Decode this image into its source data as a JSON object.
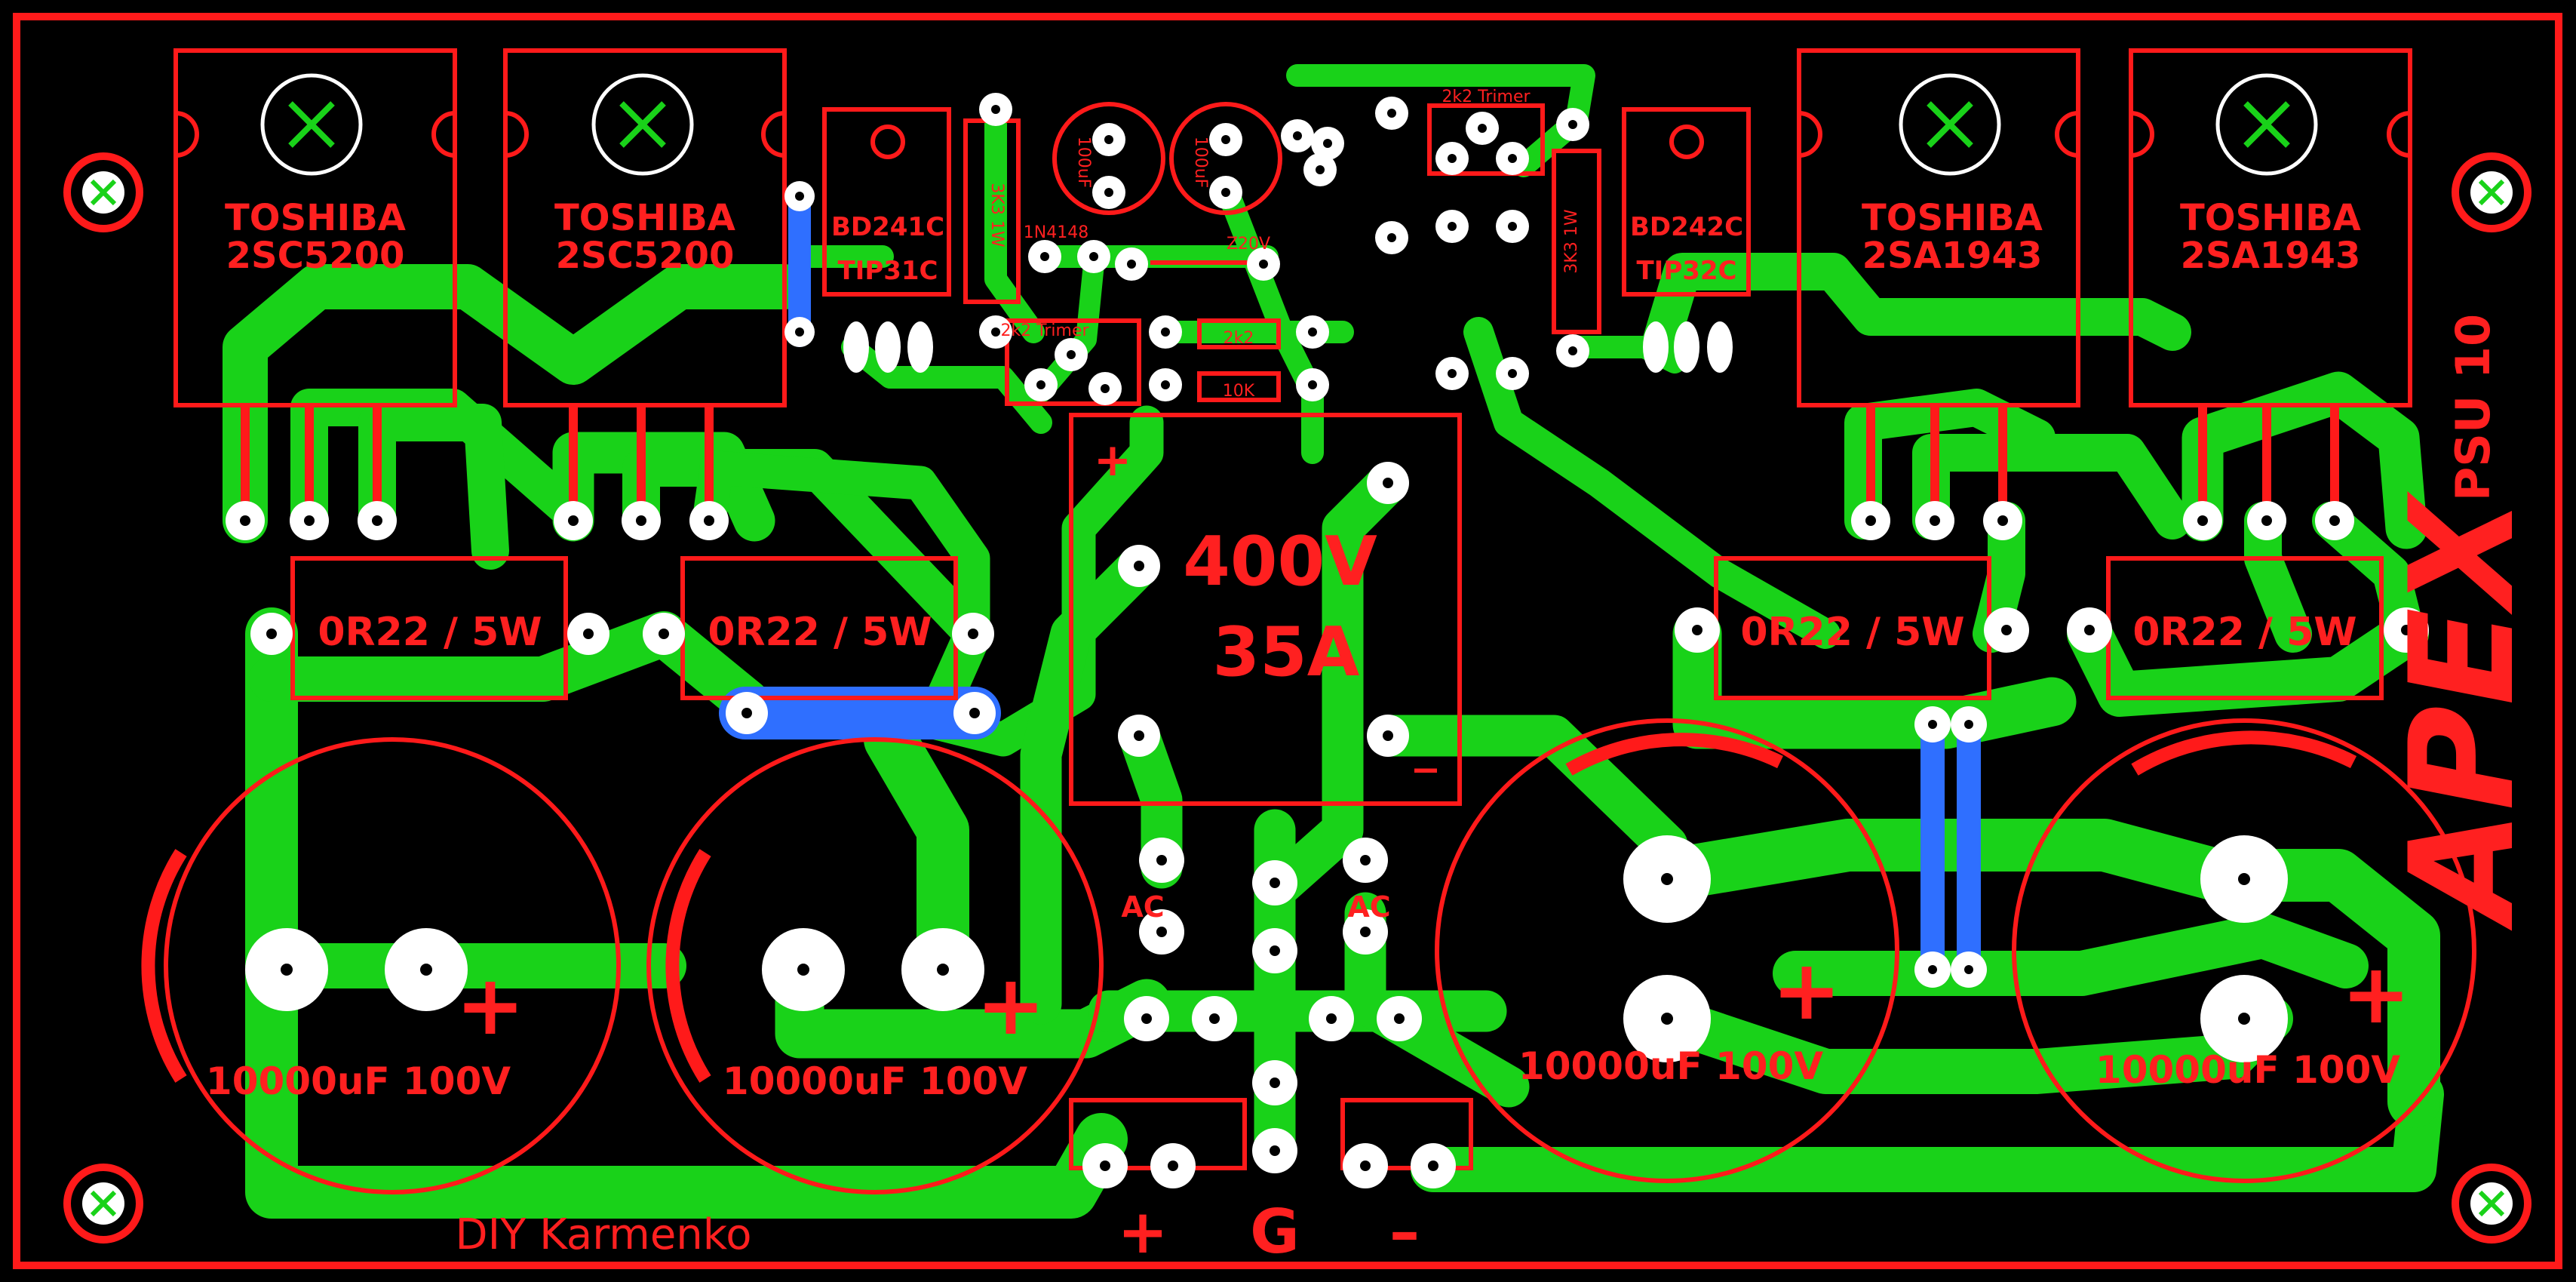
{
  "board": {
    "title": "PSU 10",
    "brand": "APEX",
    "author": "DIY Karmenko"
  },
  "transistors": {
    "q1": {
      "maker": "TOSHIBA",
      "part": "2SC5200"
    },
    "q2": {
      "maker": "TOSHIBA",
      "part": "2SC5200"
    },
    "q3": {
      "maker": "TOSHIBA",
      "part": "2SA1943"
    },
    "q4": {
      "maker": "TOSHIBA",
      "part": "2SA1943"
    },
    "drv1": {
      "line1": "BD241C",
      "line2": "TIP31C"
    },
    "drv2": {
      "line1": "BD242C",
      "line2": "TIP32C"
    }
  },
  "resistors": {
    "r1": "0R22 / 5W",
    "r2": "0R22 / 5W",
    "r3": "0R22 / 5W",
    "r4": "0R22 / 5W"
  },
  "capacitors": {
    "c1": "10000uF 100V",
    "c2": "10000uF 100V",
    "c3": "10000uF 100V",
    "c4": "10000uF 100V"
  },
  "rectifier": {
    "voltage": "400V",
    "current": "35A",
    "plus": "+",
    "minus": "_"
  },
  "small_parts": {
    "trimmer_left": "2k2 Trimer",
    "trimmer_right": "2k2 Trimer",
    "zener": "Z20V",
    "res_2k2": "2k2",
    "res_10k": "10K",
    "res_3k3": "3K3 1W",
    "res_3k3_right": "3K3 1W",
    "cap_small": "100uF",
    "cap_small2": "100uF",
    "bias": "1N4148",
    "ac": "AC"
  },
  "terminals": {
    "plus": "+",
    "ground": "G",
    "minus": "–"
  },
  "colors": {
    "background": "#000000",
    "copper": "#00cc00",
    "silkscreen": "#ff0000",
    "jumper": "#2f6fff",
    "pad": "#ffffff"
  }
}
